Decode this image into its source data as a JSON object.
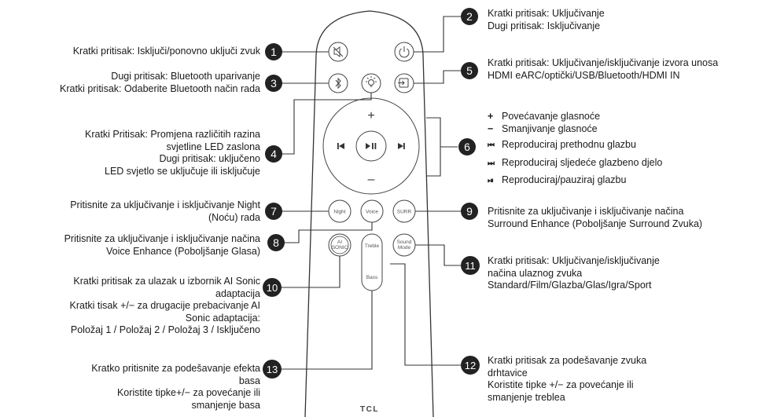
{
  "brand": "TCL",
  "remote": {
    "buttons": {
      "night": "Night",
      "voice": "Voice",
      "surr": "SURR",
      "ai_sonic_line1": "AI",
      "ai_sonic_line2": "SONIC",
      "treble": "Treble",
      "bass": "Bass",
      "sound_mode_line1": "Sound",
      "sound_mode_line2": "Mode",
      "vol_up": "+",
      "vol_down": "–"
    }
  },
  "callouts": {
    "c1": {
      "num": "1",
      "lines": [
        "Kratki pritisak: Isključi/ponovno uključi zvuk"
      ]
    },
    "c2": {
      "num": "2",
      "lines": [
        "Kratki pritisak: Uključivanje",
        "Dugi pritisak: Isključivanje"
      ]
    },
    "c3": {
      "num": "3",
      "lines": [
        "Dugi pritisak: Bluetooth uparivanje",
        "Kratki pritisak: Odaberite Bluetooth način rada"
      ]
    },
    "c4": {
      "num": "4",
      "lines": [
        "Kratki Pritisak: Promjena različitih razina",
        "svjetline LED zaslona",
        "Dugi pritisak: uključeno",
        "LED svjetlo se uključuje ili isključuje"
      ]
    },
    "c5": {
      "num": "5",
      "lines": [
        "Kratki pritisak: Uključivanje/isključivanje izvora unosa",
        "HDMI eARC/optički/USB/Bluetooth/HDMI IN"
      ]
    },
    "c6": {
      "num": "6",
      "items": [
        {
          "symbol": "+",
          "text": "Povećavanje glasnoće"
        },
        {
          "symbol": "−",
          "text": "Smanjivanje glasnoće"
        },
        {
          "symbol": "⏮",
          "text": "Reproduciraj prethodnu glazbu"
        },
        {
          "symbol": "⏭",
          "text": "Reproduciraj sljedeće glazbeno djelo"
        },
        {
          "symbol": "⏯",
          "text": "Reproduciraj/pauziraj glazbu"
        }
      ]
    },
    "c7": {
      "num": "7",
      "lines": [
        "Pritisnite za uključivanje i isključivanje Night",
        "(Noću) rada"
      ]
    },
    "c8": {
      "num": "8",
      "lines": [
        "Pritisnite za uključivanje i isključivanje načina",
        "Voice Enhance (Poboljšanje Glasa)"
      ]
    },
    "c9": {
      "num": "9",
      "lines": [
        "Pritisnite za uključivanje i isključivanje načina",
        "Surround Enhance (Poboljšanje Surround Zvuka)"
      ]
    },
    "c10": {
      "num": "10",
      "lines": [
        "Kratki pritisak za ulazak u izbornik AI Sonic",
        "adaptacija",
        "Kratki tisak +/− za drugacije prebacivanje AI",
        "Sonic adaptacija:",
        "Položaj 1 / Položaj 2 / Položaj 3 / Isključeno"
      ]
    },
    "c11": {
      "num": "11",
      "lines": [
        "Kratki pritisak: Uključivanje/isključivanje",
        "načina ulaznog zvuka",
        "Standard/Film/Glazba/Glas/Igra/Sport"
      ]
    },
    "c12": {
      "num": "12",
      "lines": [
        "Kratki pritisak za podešavanje zvuka",
        "drhtavice",
        "Koristite tipke +/− za povećanje ili",
        "smanjenje treblea"
      ]
    },
    "c13": {
      "num": "13",
      "lines": [
        "Kratko pritisnite za podešavanje efekta",
        "basa",
        "Koristite tipke+/− za povećanje ili",
        "smanjenje basa"
      ]
    }
  }
}
